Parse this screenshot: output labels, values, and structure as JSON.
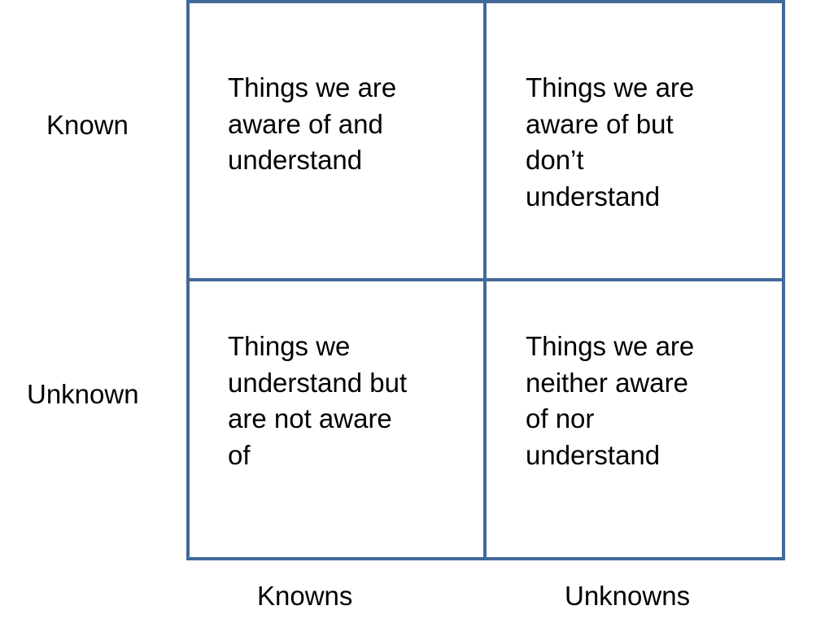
{
  "colors": {
    "grid_line": "#41699a",
    "text": "#000000",
    "background": "#ffffff"
  },
  "row_labels": {
    "top": "Known",
    "bottom": "Unknown"
  },
  "column_labels": {
    "left": "Knowns",
    "right": "Unknowns"
  },
  "cells": {
    "top_left": [
      "Things we are",
      "aware of and",
      "understand"
    ],
    "top_right": [
      "Things we are",
      "aware of but",
      "don’t",
      "understand"
    ],
    "bottom_left": [
      "Things we",
      "understand but",
      "are not aware",
      "of"
    ],
    "bottom_right": [
      "Things we are",
      "neither aware",
      "of nor",
      "understand"
    ]
  }
}
